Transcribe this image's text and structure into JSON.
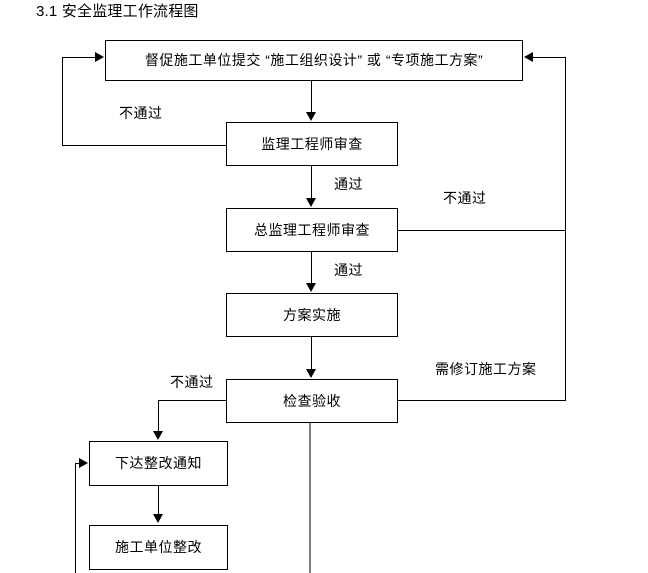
{
  "document": {
    "title": "3.1 安全监理工作流程图"
  },
  "flowchart": {
    "type": "flowchart",
    "orientation": "top-to-bottom",
    "nodes": [
      {
        "id": "submit",
        "label": "督促施工单位提交 “施工组织设计” 或 “专项施工方案”"
      },
      {
        "id": "engineer_review",
        "label": "监理工程师审查"
      },
      {
        "id": "chief_engineer_review",
        "label": "总监理工程师审查"
      },
      {
        "id": "plan_implementation",
        "label": "方案实施"
      },
      {
        "id": "inspection_acceptance",
        "label": "检查验收"
      },
      {
        "id": "rectification_notice",
        "label": "下达整改通知"
      },
      {
        "id": "contractor_rectification",
        "label": "施工单位整改"
      }
    ],
    "edge_labels": {
      "engineer_reject": "不通过",
      "engineer_pass": "通过",
      "chief_reject": "不通过",
      "chief_pass": "通过",
      "inspection_reject": "不通过",
      "revise_plan": "需修订施工方案"
    }
  }
}
